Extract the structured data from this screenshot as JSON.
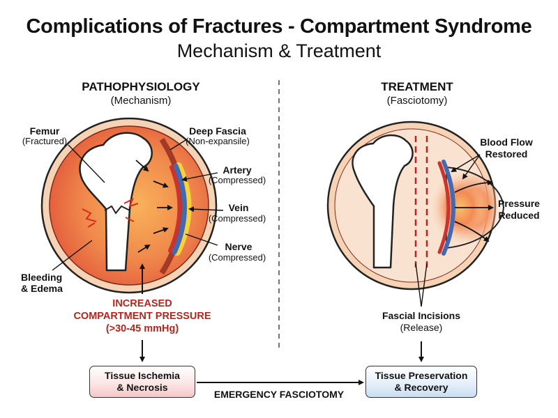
{
  "header": {
    "title": "Complications of Fractures - Compartment Syndrome",
    "subtitle": "Mechanism & Treatment"
  },
  "left_panel": {
    "heading": "PATHOPHYSIOLOGY",
    "subheading": "(Mechanism)",
    "labels": {
      "femur": "Femur",
      "femur_note": "(Fractured)",
      "fascia": "Deep Fascia",
      "fascia_note": "(Non-expansile)",
      "artery": "Artery",
      "artery_note": "(Compressed)",
      "vein": "Vein",
      "vein_note": "(Compressed)",
      "nerve": "Nerve",
      "nerve_note": "(Compressed)",
      "bleeding_line1": "Bleeding",
      "bleeding_line2": "& Edema"
    },
    "pressure": {
      "line1": "INCREASED",
      "line2": "COMPARTMENT PRESSURE",
      "line3": "(>30-45 mmHg)"
    },
    "outcome_line1": "Tissue Ischemia",
    "outcome_line2": "& Necrosis"
  },
  "right_panel": {
    "heading": "TREATMENT",
    "subheading": "(Fasciotomy)",
    "labels": {
      "blood_line1": "Blood Flow",
      "blood_line2": "Restored",
      "pressure_line1": "Pressure",
      "pressure_line2": "Reduced",
      "incisions": "Fascial Incisions",
      "incisions_note": "(Release)"
    },
    "outcome_line1": "Tissue Preservation",
    "outcome_line2": "& Recovery"
  },
  "flow_label": "EMERGENCY FASCIOTOMY",
  "colors": {
    "pressure_red": "#b3261e",
    "tissue_orange": "#ef7a4a",
    "skin": "#f7d3b6",
    "artery": "#c9342c",
    "vein": "#4469b0",
    "nerve": "#f5d33d"
  }
}
